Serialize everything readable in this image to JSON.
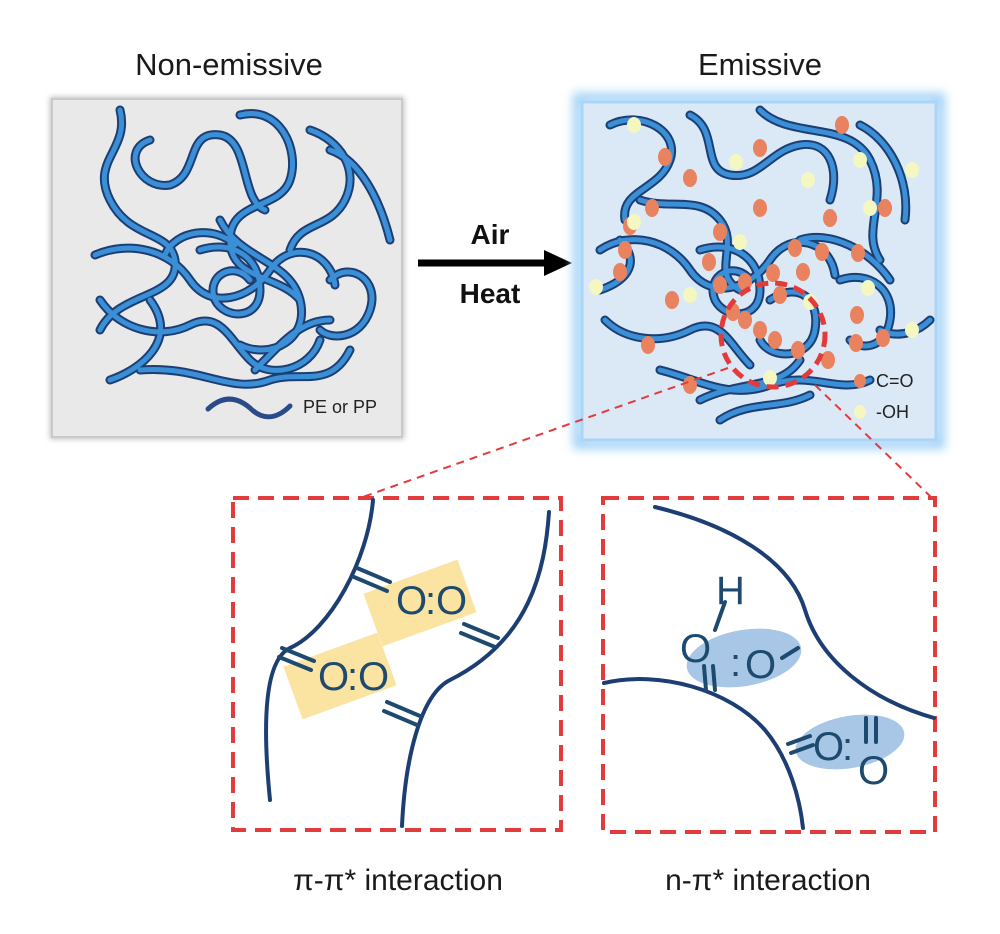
{
  "titles": {
    "left": "Non-emissive",
    "right": "Emissive"
  },
  "arrow": {
    "top_label": "Air",
    "bottom_label": "Heat"
  },
  "legend_left": {
    "label": "PE or PP"
  },
  "legend_right": {
    "carbonyl": "C=O",
    "hydroxyl": "-OH"
  },
  "captions": {
    "pi_pi": "π-π* interaction",
    "n_pi": "n-π* interaction"
  },
  "molecule_text": {
    "o": "O",
    "h": "H",
    "colon": ":"
  },
  "colors": {
    "chain": "#2f7cc0",
    "chain_dark": "#1c3e73",
    "panel_grey": "#e9e9e9",
    "panel_blue": "#dbe8f6",
    "glow": "#9fd0f7",
    "carbonyl_dot": "#e8825f",
    "hydroxyl_dot": "#f4f7c0",
    "dash_red": "#e23b3b",
    "highlight_yellow": "#fbe3a2",
    "highlight_blue": "#a8c6e6",
    "molecule": "#1d4a6e"
  }
}
